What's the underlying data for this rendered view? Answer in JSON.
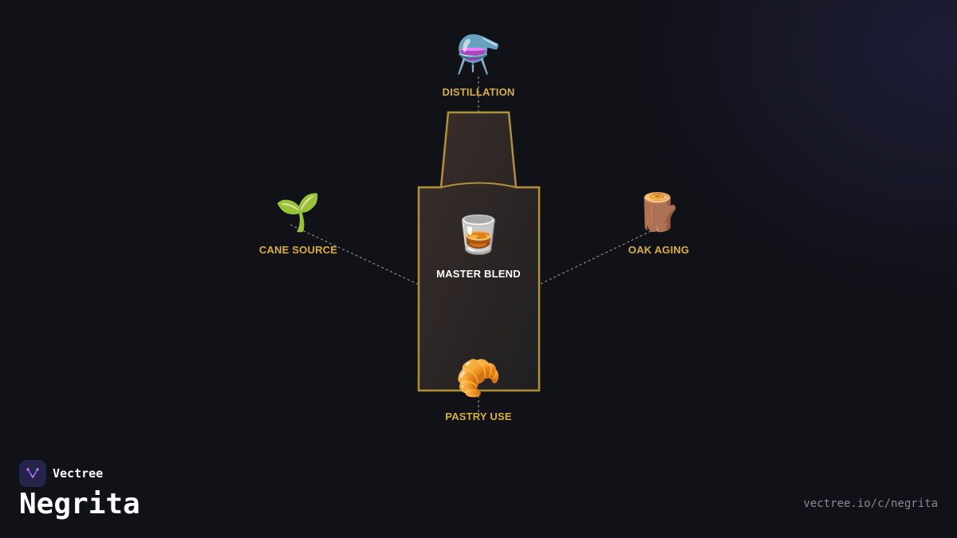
{
  "diagram": {
    "center": {
      "label": "MASTER BLEND",
      "icon": "tumbler-glass-icon",
      "glyph": "🥃"
    },
    "nodes": {
      "distillation": {
        "label": "DISTILLATION",
        "icon": "alembic-flask-icon",
        "glyph": "⚗️"
      },
      "cane_source": {
        "label": "CANE SOURCE",
        "icon": "seedling-icon",
        "glyph": "🌱"
      },
      "oak_aging": {
        "label": "OAK AGING",
        "icon": "wood-log-icon",
        "glyph": "🪵"
      },
      "pastry_use": {
        "label": "PASTRY USE",
        "icon": "croissant-icon",
        "glyph": "🥐"
      }
    },
    "colors": {
      "accent": "#d9ae3e",
      "bottle_fill": "#2b2421",
      "bottle_outline": "#b0913a",
      "connector": "#8a8a8a",
      "background": "#111118"
    }
  },
  "brand": {
    "name": "Vectree",
    "logo_icon": "vectree-logo-icon"
  },
  "page": {
    "title": "Negrita",
    "url": "vectree.io/c/negrita"
  }
}
